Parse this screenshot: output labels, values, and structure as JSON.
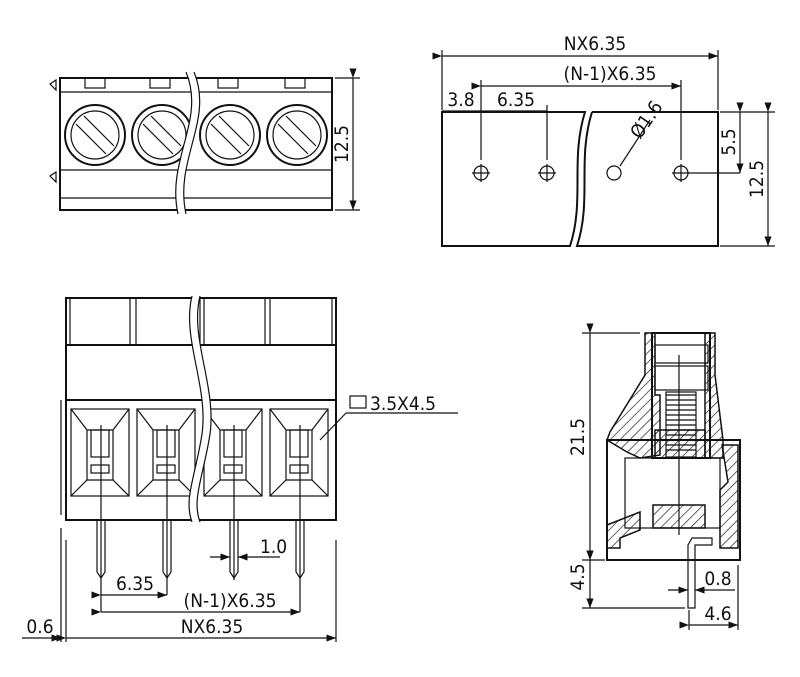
{
  "top_view": {
    "height_dim": "12.5"
  },
  "bottom_view": {
    "overall_width": "NX6.35",
    "pin_span": "(N-1)X6.35",
    "edge_offset": "3.8",
    "pitch": "6.35",
    "hole_diameter": "Ø1.6",
    "hole_row_offset": "5.5",
    "depth": "12.5"
  },
  "front_view": {
    "wire_entry": "3.5X4.5",
    "pin_width": "1.0",
    "pitch": "6.35",
    "pin_span": "(N-1)X6.35",
    "overall_width": "NX6.35",
    "offset": "0.6"
  },
  "side_view": {
    "height": "21.5",
    "pin_length": "4.5",
    "pin_thickness": "0.8",
    "pin_position": "4.6"
  }
}
